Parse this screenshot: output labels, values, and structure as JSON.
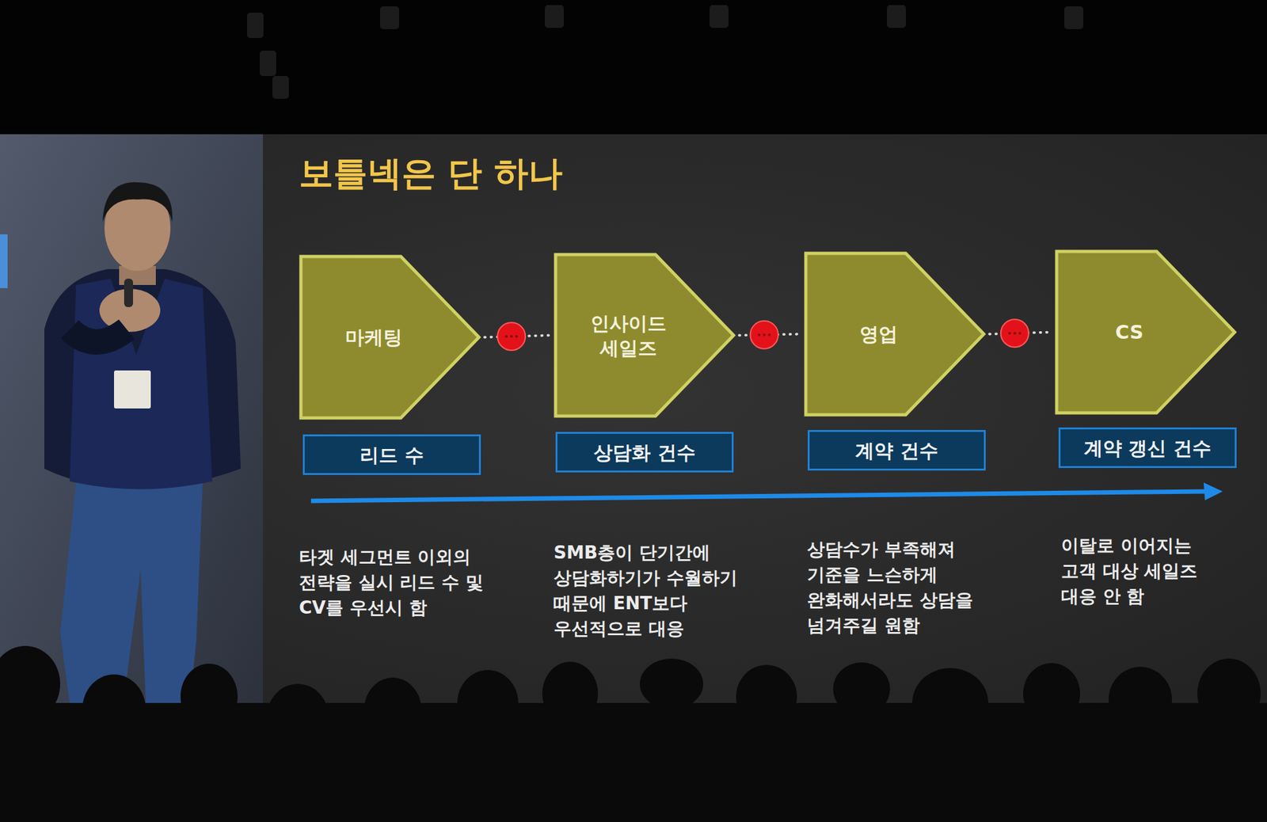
{
  "diagram": {
    "title": "보틀넥은 단 하나",
    "nodes": [
      {
        "text": [
          "마케팅"
        ]
      },
      {
        "text": [
          "인사이드 세일즈"
        ]
      },
      {
        "text": [
          "영업"
        ]
      },
      {
        "text": [
          "CS"
        ]
      },
      {
        "text": [
          "리드 수"
        ]
      },
      {
        "text": [
          "상담화 건수"
        ]
      },
      {
        "text": [
          "계약 건수"
        ]
      },
      {
        "text": [
          "계약 갱신 건수"
        ]
      }
    ],
    "edges": [
      {
        "from": 0,
        "to": 1,
        "arrow": "none"
      },
      {
        "from": 1,
        "to": 2,
        "arrow": "none"
      },
      {
        "from": 2,
        "to": 3,
        "arrow": "none"
      }
    ],
    "labels": [
      "타겟 세그먼트 이외의 전략을 실시 리드 수 및 CV를 우선시 함",
      "SMB층이 단기간에 상담화하기가 수월하기 때문에 ENT보다 우선적으로 대응",
      "상담수가 부족해져 기준을 느슨하게 완화해서라도 상담을 넘겨주길 원함",
      "이탈로 이어지는 고객 대상 세일즈 대응 안 함"
    ]
  }
}
